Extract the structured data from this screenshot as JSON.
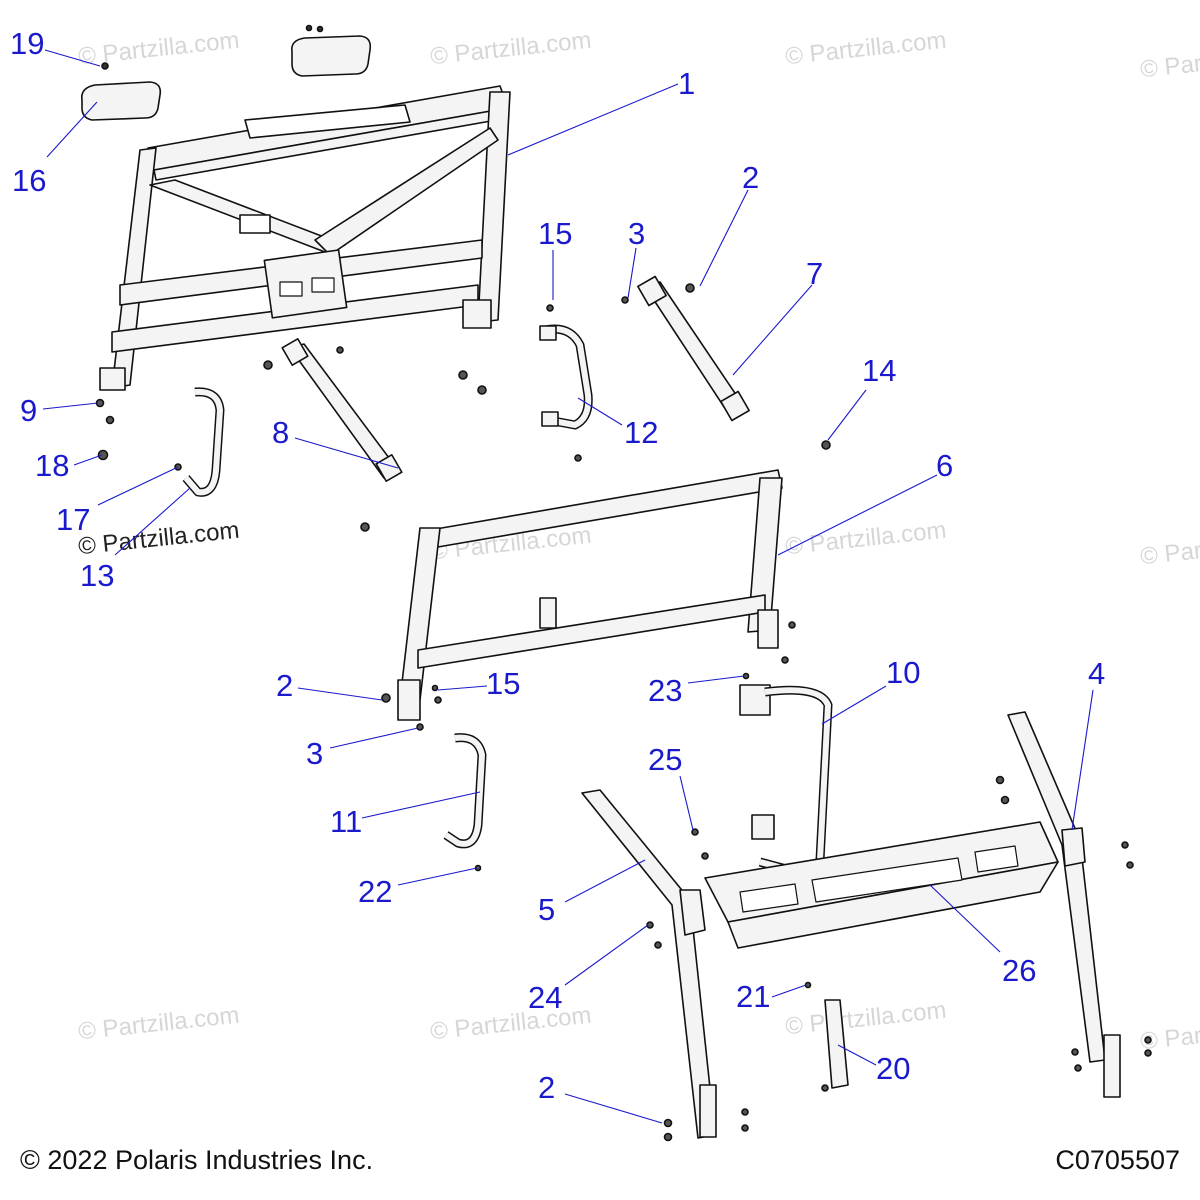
{
  "diagram": {
    "watermark_text": "© Partzilla.com",
    "callouts": {
      "p19": "19",
      "p16": "16",
      "p1": "1",
      "p2a": "2",
      "p3a": "3",
      "p15a": "15",
      "p7": "7",
      "p14": "14",
      "p9": "9",
      "p18": "18",
      "p8": "8",
      "p12": "12",
      "p17": "17",
      "p13": "13",
      "p6": "6",
      "p2b": "2",
      "p15b": "15",
      "p3b": "3",
      "p23": "23",
      "p10": "10",
      "p4": "4",
      "p25": "25",
      "p11": "11",
      "p22": "22",
      "p5": "5",
      "p26": "26",
      "p24": "24",
      "p21": "21",
      "p20": "20",
      "p2c": "2"
    },
    "footer": {
      "copyright": "© 2022 Polaris Industries Inc.",
      "drawing_id": "C0705507"
    },
    "colors": {
      "callout": "#1a1acc",
      "line": "#1a1acc",
      "part_stroke": "#111111",
      "part_fill": "#f4f4f4"
    }
  }
}
